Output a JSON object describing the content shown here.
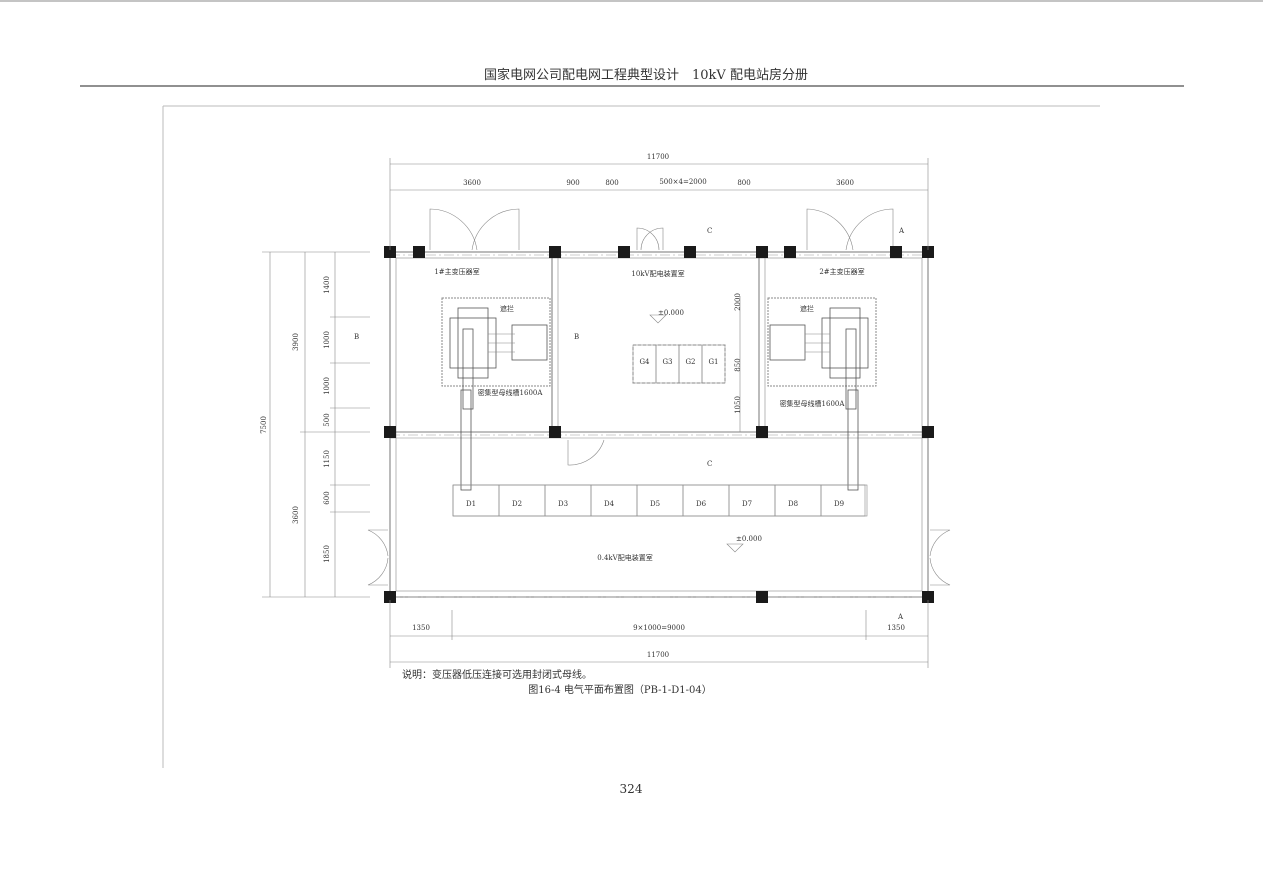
{
  "header": {
    "title": "国家电网公司配电网工程典型设计　10kV 配电站房分册"
  },
  "rooms": {
    "transformer1": "1#主变压器室",
    "switchgear10kv": "10kV配电装置室",
    "transformer2": "2#主变压器室",
    "lv_room": "0.4kV配电装置室"
  },
  "labels": {
    "fence1": "遮拦",
    "fence2": "遮拦",
    "busway1": "密集型母线槽1600A",
    "busway2": "密集型母线槽1600A",
    "elev1": "±0.000",
    "elev2": "±0.000",
    "sec_a_top": "A",
    "sec_a_bottom": "A",
    "sec_b_left": "B",
    "sec_b_mid": "B",
    "sec_c_top": "C",
    "sec_c_mid": "C"
  },
  "hv_cabinets": [
    "G4",
    "G3",
    "G2",
    "G1"
  ],
  "lv_cabinets": [
    "D1",
    "D2",
    "D3",
    "D4",
    "D5",
    "D6",
    "D7",
    "D8",
    "D9"
  ],
  "dimensions": {
    "top_total": "11700",
    "top_segments": [
      "3600",
      "900",
      "800",
      "500×4=2000",
      "800",
      "3600"
    ],
    "left_total": "7500",
    "left_mid": [
      "3900",
      "3600"
    ],
    "left_detail": [
      "1400",
      "1000",
      "1000",
      "500",
      "1150",
      "600",
      "1850"
    ],
    "inner": [
      "2000",
      "850",
      "1050"
    ],
    "bottom_segments": [
      "1350",
      "9×1000=9000",
      "1350"
    ],
    "bottom_total": "11700"
  },
  "note": "说明：变压器低压连接可选用封闭式母线。",
  "caption": "图16-4 电气平面布置图（PB-1-D1-04）",
  "page_number": "324"
}
